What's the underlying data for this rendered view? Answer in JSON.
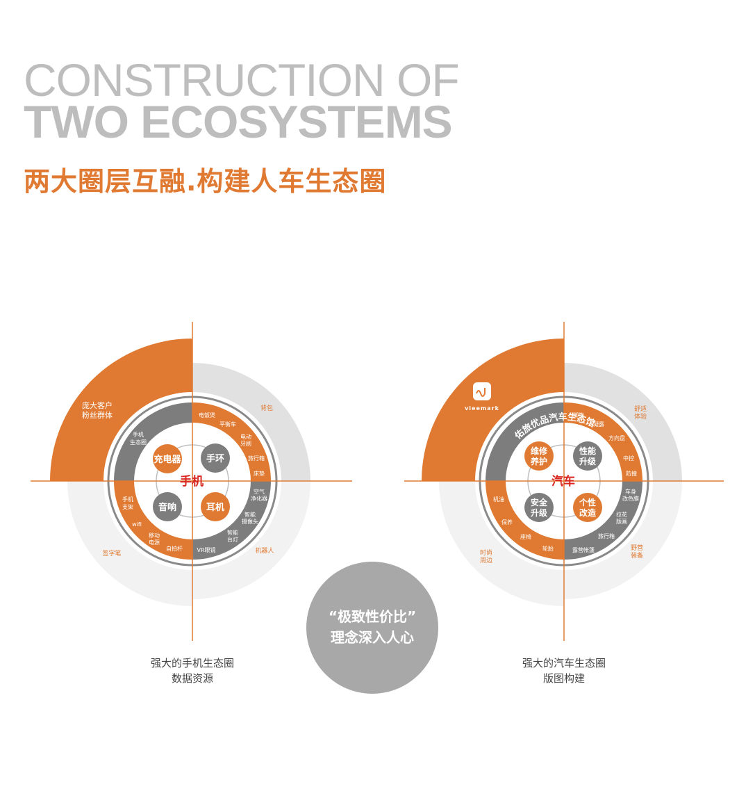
{
  "header": {
    "title_line1": "CONSTRUCTION OF",
    "title_line2": "TWO ECOSYSTEMS",
    "subtitle": "两大圈层互融.构建人车生态圈"
  },
  "colors": {
    "orange": "#e07a32",
    "gray": "#7d7d7d",
    "light_gray": "#e1e1e1",
    "pale_gray": "#f2f2f2",
    "title_gray": "#bdbdbd",
    "red": "#d8261f"
  },
  "left": {
    "center_label": "手机",
    "segment_title": "手机生态圈",
    "big_quadrant_label_1": "庞大客户",
    "big_quadrant_label_2": "粉丝群体",
    "outer_tr_label": "背包",
    "outer_br_label": "机器人",
    "outer_bl_label": "签字笔",
    "badges": [
      "充电器",
      "手环",
      "音响",
      "耳机"
    ],
    "ring_tr": [
      "电饭煲",
      "平衡车",
      "电动牙刷",
      "旅行箱",
      "床垫"
    ],
    "ring_br": [
      "空气净化器",
      "智能摄像头",
      "智能台灯",
      "VR眼镜"
    ],
    "ring_bl": [
      "手机支架",
      "wifi",
      "移动电源",
      "自拍杆"
    ],
    "caption_1": "强大的手机生态圈",
    "caption_2": "数据资源"
  },
  "right": {
    "center_label": "汽车",
    "arc_text": "佑旅优品汽车生态馆",
    "logo_text": "vieemark",
    "outer_tr_label_1": "舒适",
    "outer_tr_label_2": "体验",
    "outer_br_label_1": "野营",
    "outer_br_label_2": "装备",
    "outer_bl_label_1": "时尚",
    "outer_bl_label_2": "周边",
    "badges": [
      "维修养护",
      "性能升级",
      "安全升级",
      "个性改造"
    ],
    "ring_tr": [
      "脚垫",
      "凝露",
      "方向盘",
      "中控",
      "防撞"
    ],
    "ring_br": [
      "车身改色膜",
      "拉花版画",
      "旅行箱",
      "露营帐篷"
    ],
    "ring_bl": [
      "机油",
      "保养",
      "座椅",
      "轮胎"
    ],
    "caption_1": "强大的汽车生态圈",
    "caption_2": "版图构建"
  },
  "center_bubble": {
    "line1": "“极致性价比”",
    "line2": "理念深入人心"
  }
}
